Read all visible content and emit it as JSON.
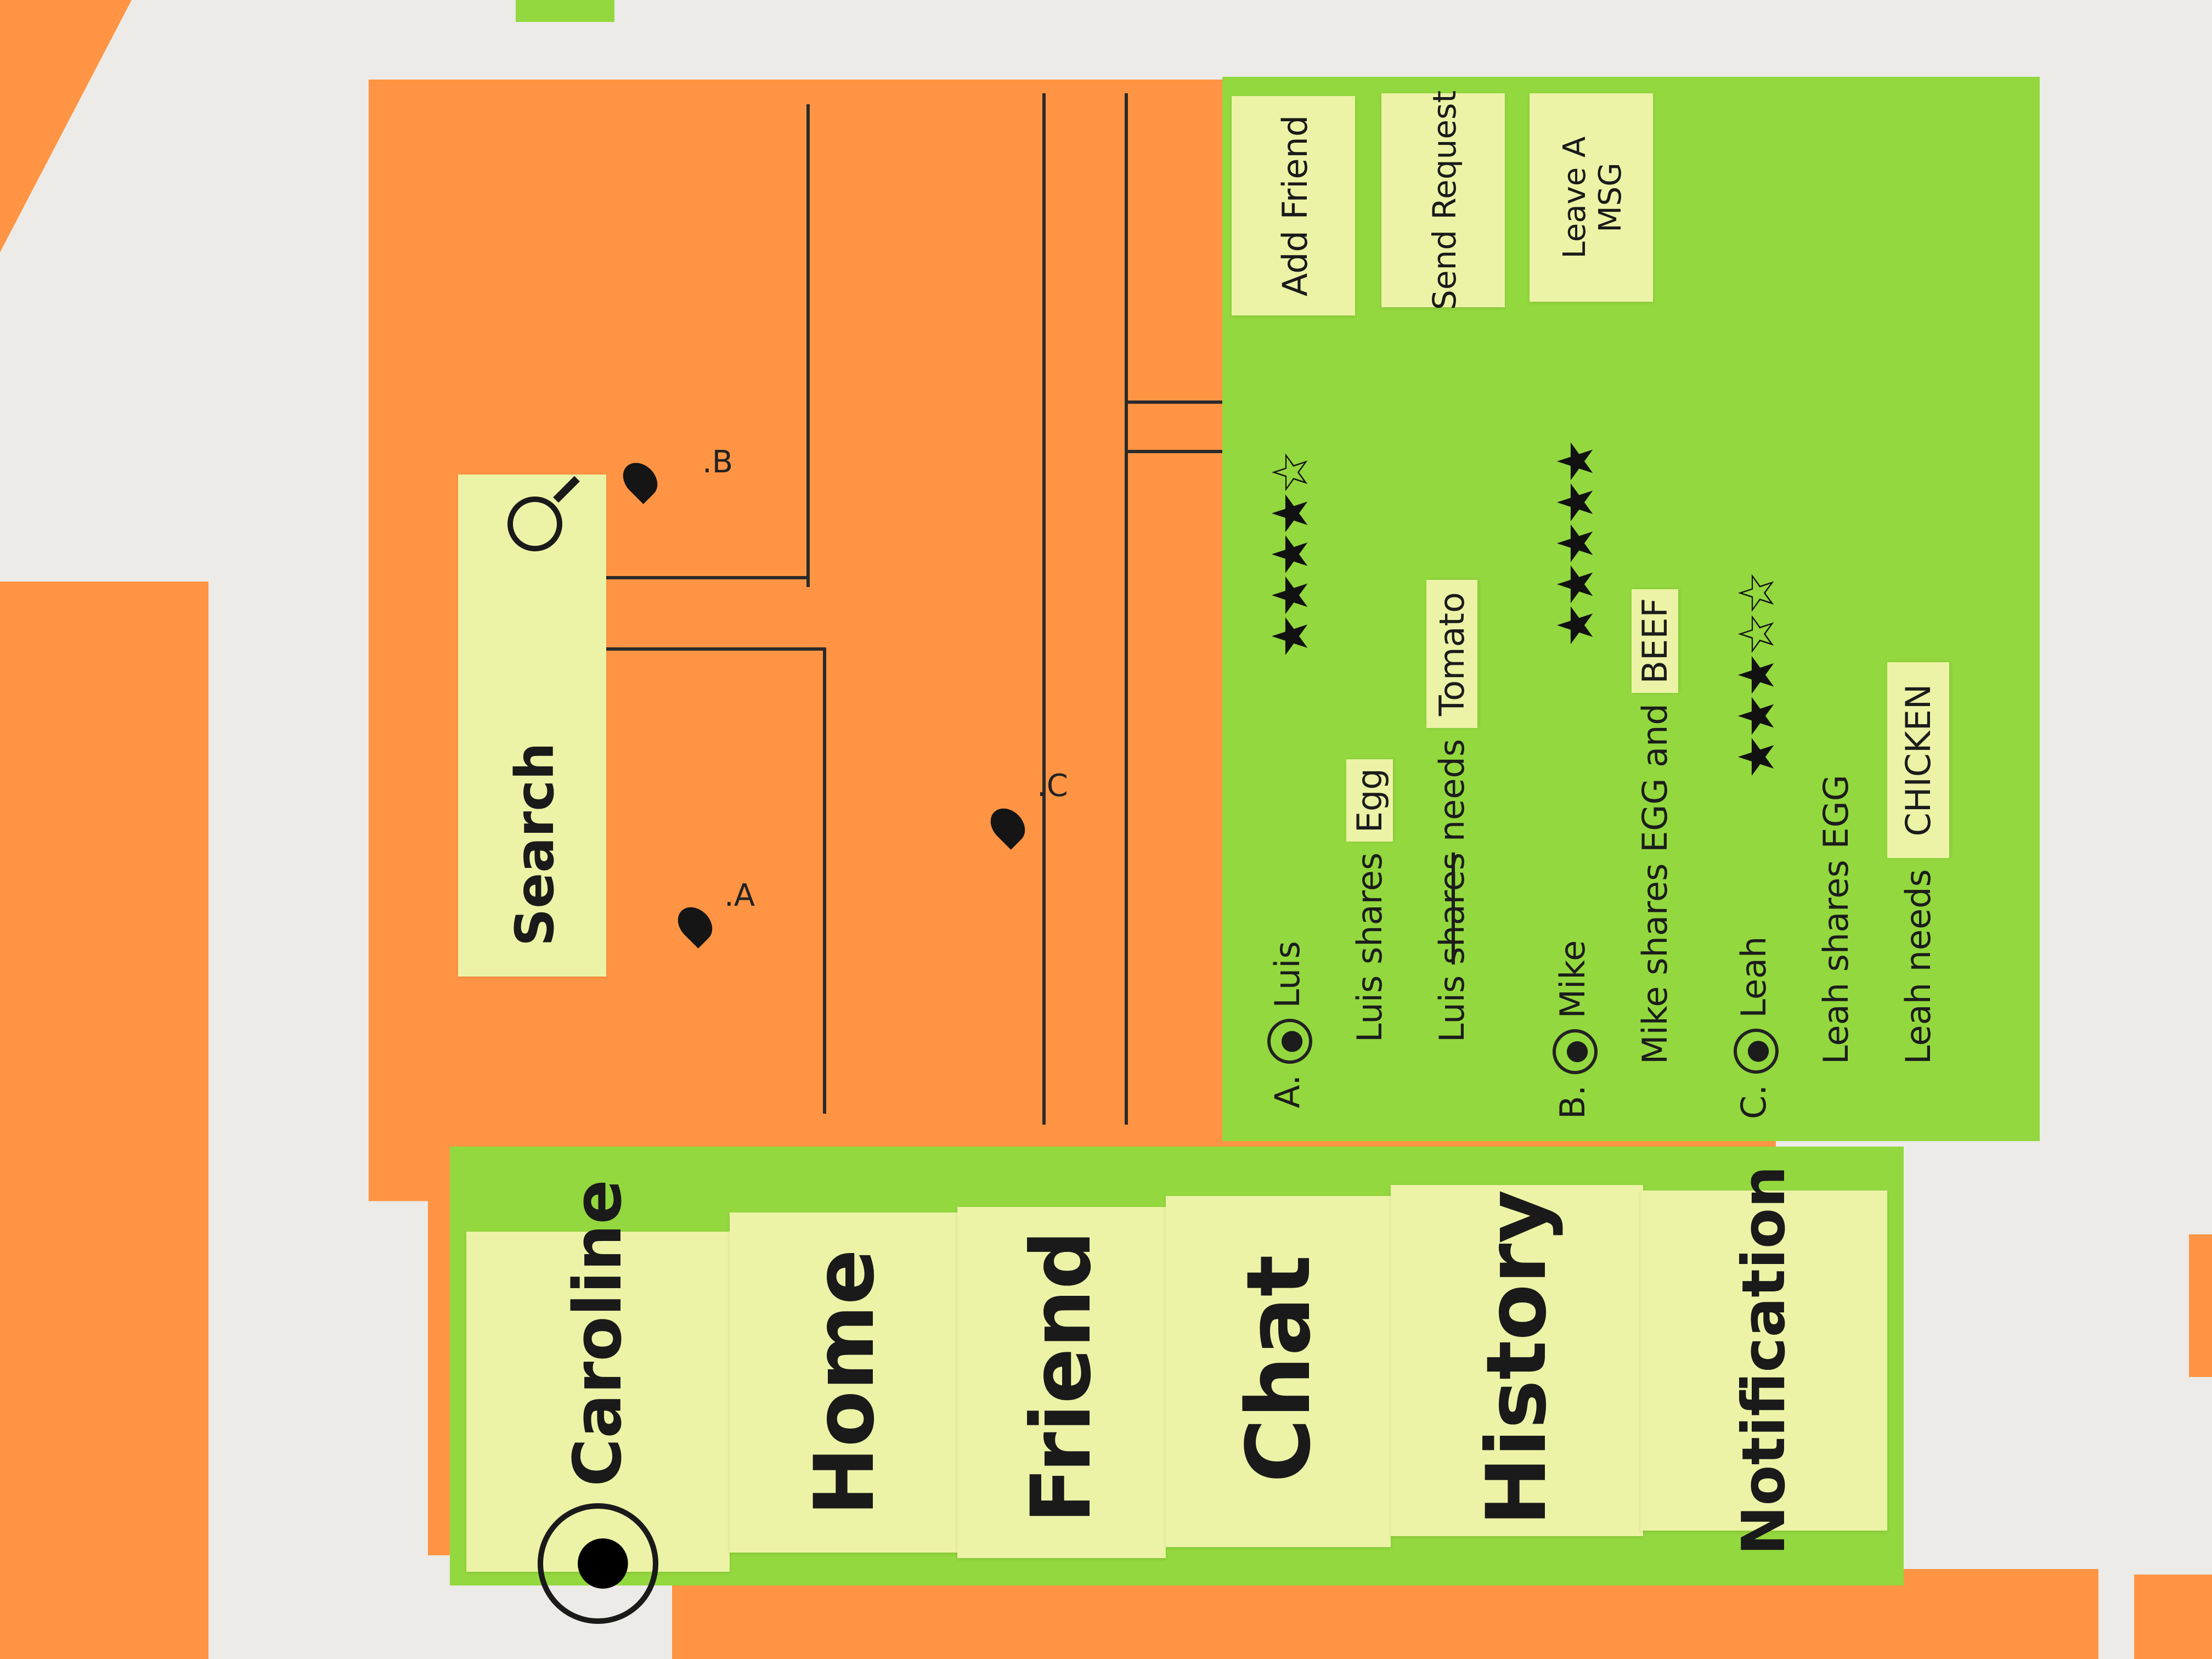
{
  "search": {
    "label": "Search",
    "icon": "search-icon"
  },
  "map": {
    "pins": [
      {
        "label": ".A"
      },
      {
        "label": ".B"
      },
      {
        "label": ".C"
      }
    ]
  },
  "actions": {
    "add_friend": "Add Friend",
    "send_request": "Send Request",
    "leave_msg": "Leave A MSG"
  },
  "results": [
    {
      "letter": "A.",
      "name": "Luis",
      "rating": 4,
      "rating_max": 5,
      "shares_prefix": "Luis shares",
      "shares_item": "Egg",
      "needs_name": "Luis",
      "needs_struck": "shares",
      "needs_word": "needs",
      "needs_item": "Tomato"
    },
    {
      "letter": "B.",
      "name": "Mike",
      "rating": 5,
      "rating_max": 5,
      "shares_text": "Mike shares EGG and",
      "shares_item": "BEEF"
    },
    {
      "letter": "C.",
      "name": "Leah",
      "rating": 3,
      "rating_max": 5,
      "shares_text": "Leah shares EGG",
      "needs_text": "Leah needs",
      "needs_item": "CHICKEN"
    }
  ],
  "nav": {
    "profile": "Caroline",
    "items": [
      "Home",
      "Friend",
      "Chat",
      "History",
      "Notification"
    ]
  },
  "colors": {
    "orange": "#ff9544",
    "green": "#93d83e",
    "note": "#ecf3a6"
  }
}
